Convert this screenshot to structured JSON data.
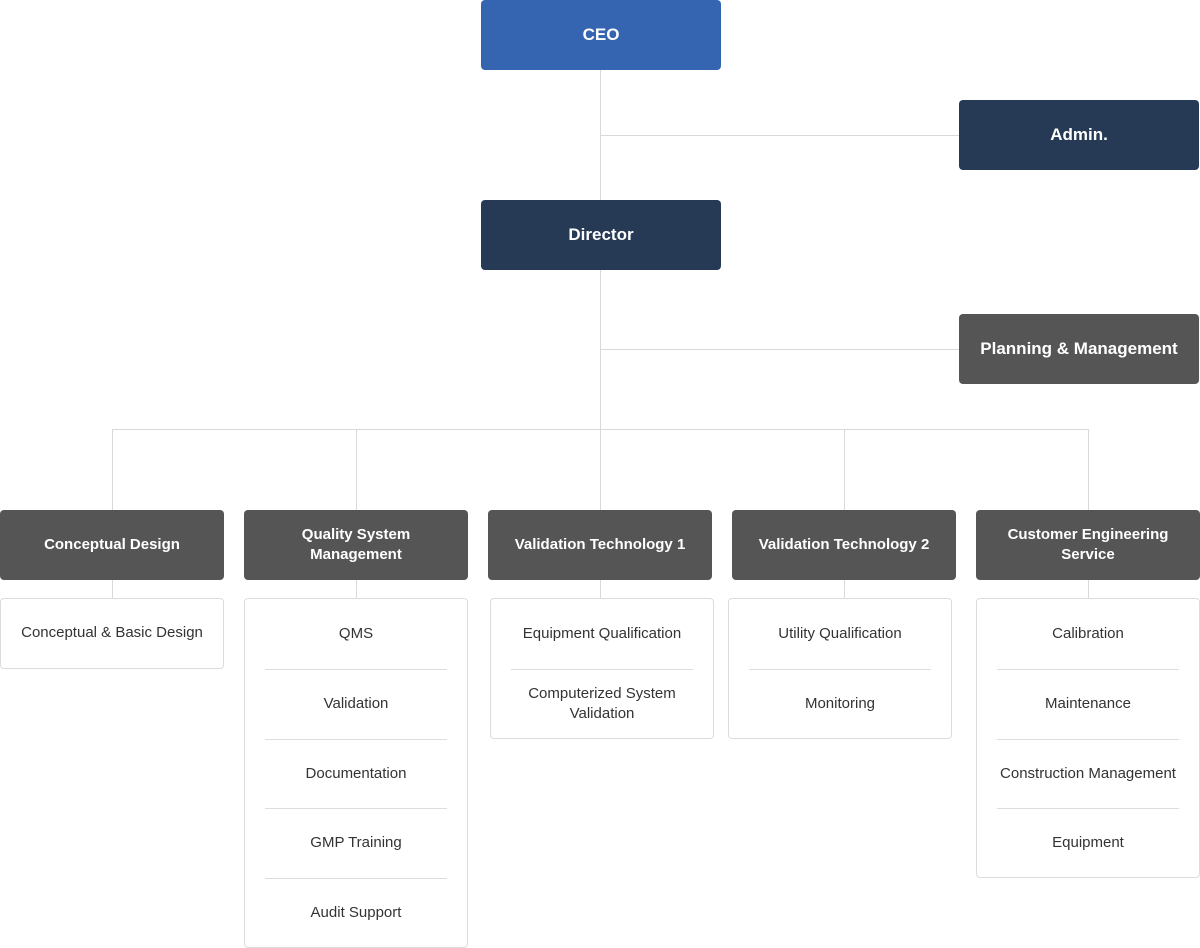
{
  "ceo": "CEO",
  "admin": "Admin.",
  "director": "Director",
  "planning": "Planning & Management",
  "departments": [
    {
      "title": "Conceptual Design",
      "items": [
        "Conceptual & Basic Design"
      ]
    },
    {
      "title": "Quality System Management",
      "items": [
        "QMS",
        "Validation",
        "Documentation",
        "GMP Training",
        "Audit Support"
      ]
    },
    {
      "title": "Validation Technology 1",
      "items": [
        "Equipment Qualification",
        "Computerized System Validation"
      ]
    },
    {
      "title": "Validation Technology 2",
      "items": [
        "Utility Qualification",
        "Monitoring"
      ]
    },
    {
      "title": "Customer Engineering Service",
      "items": [
        "Calibration",
        "Maintenance",
        "Construction Management",
        "Equipment"
      ]
    }
  ],
  "colors": {
    "ceo": "#3565b0",
    "navy": "#263a56",
    "gray": "#555555",
    "connector": "#d9d9d9"
  }
}
